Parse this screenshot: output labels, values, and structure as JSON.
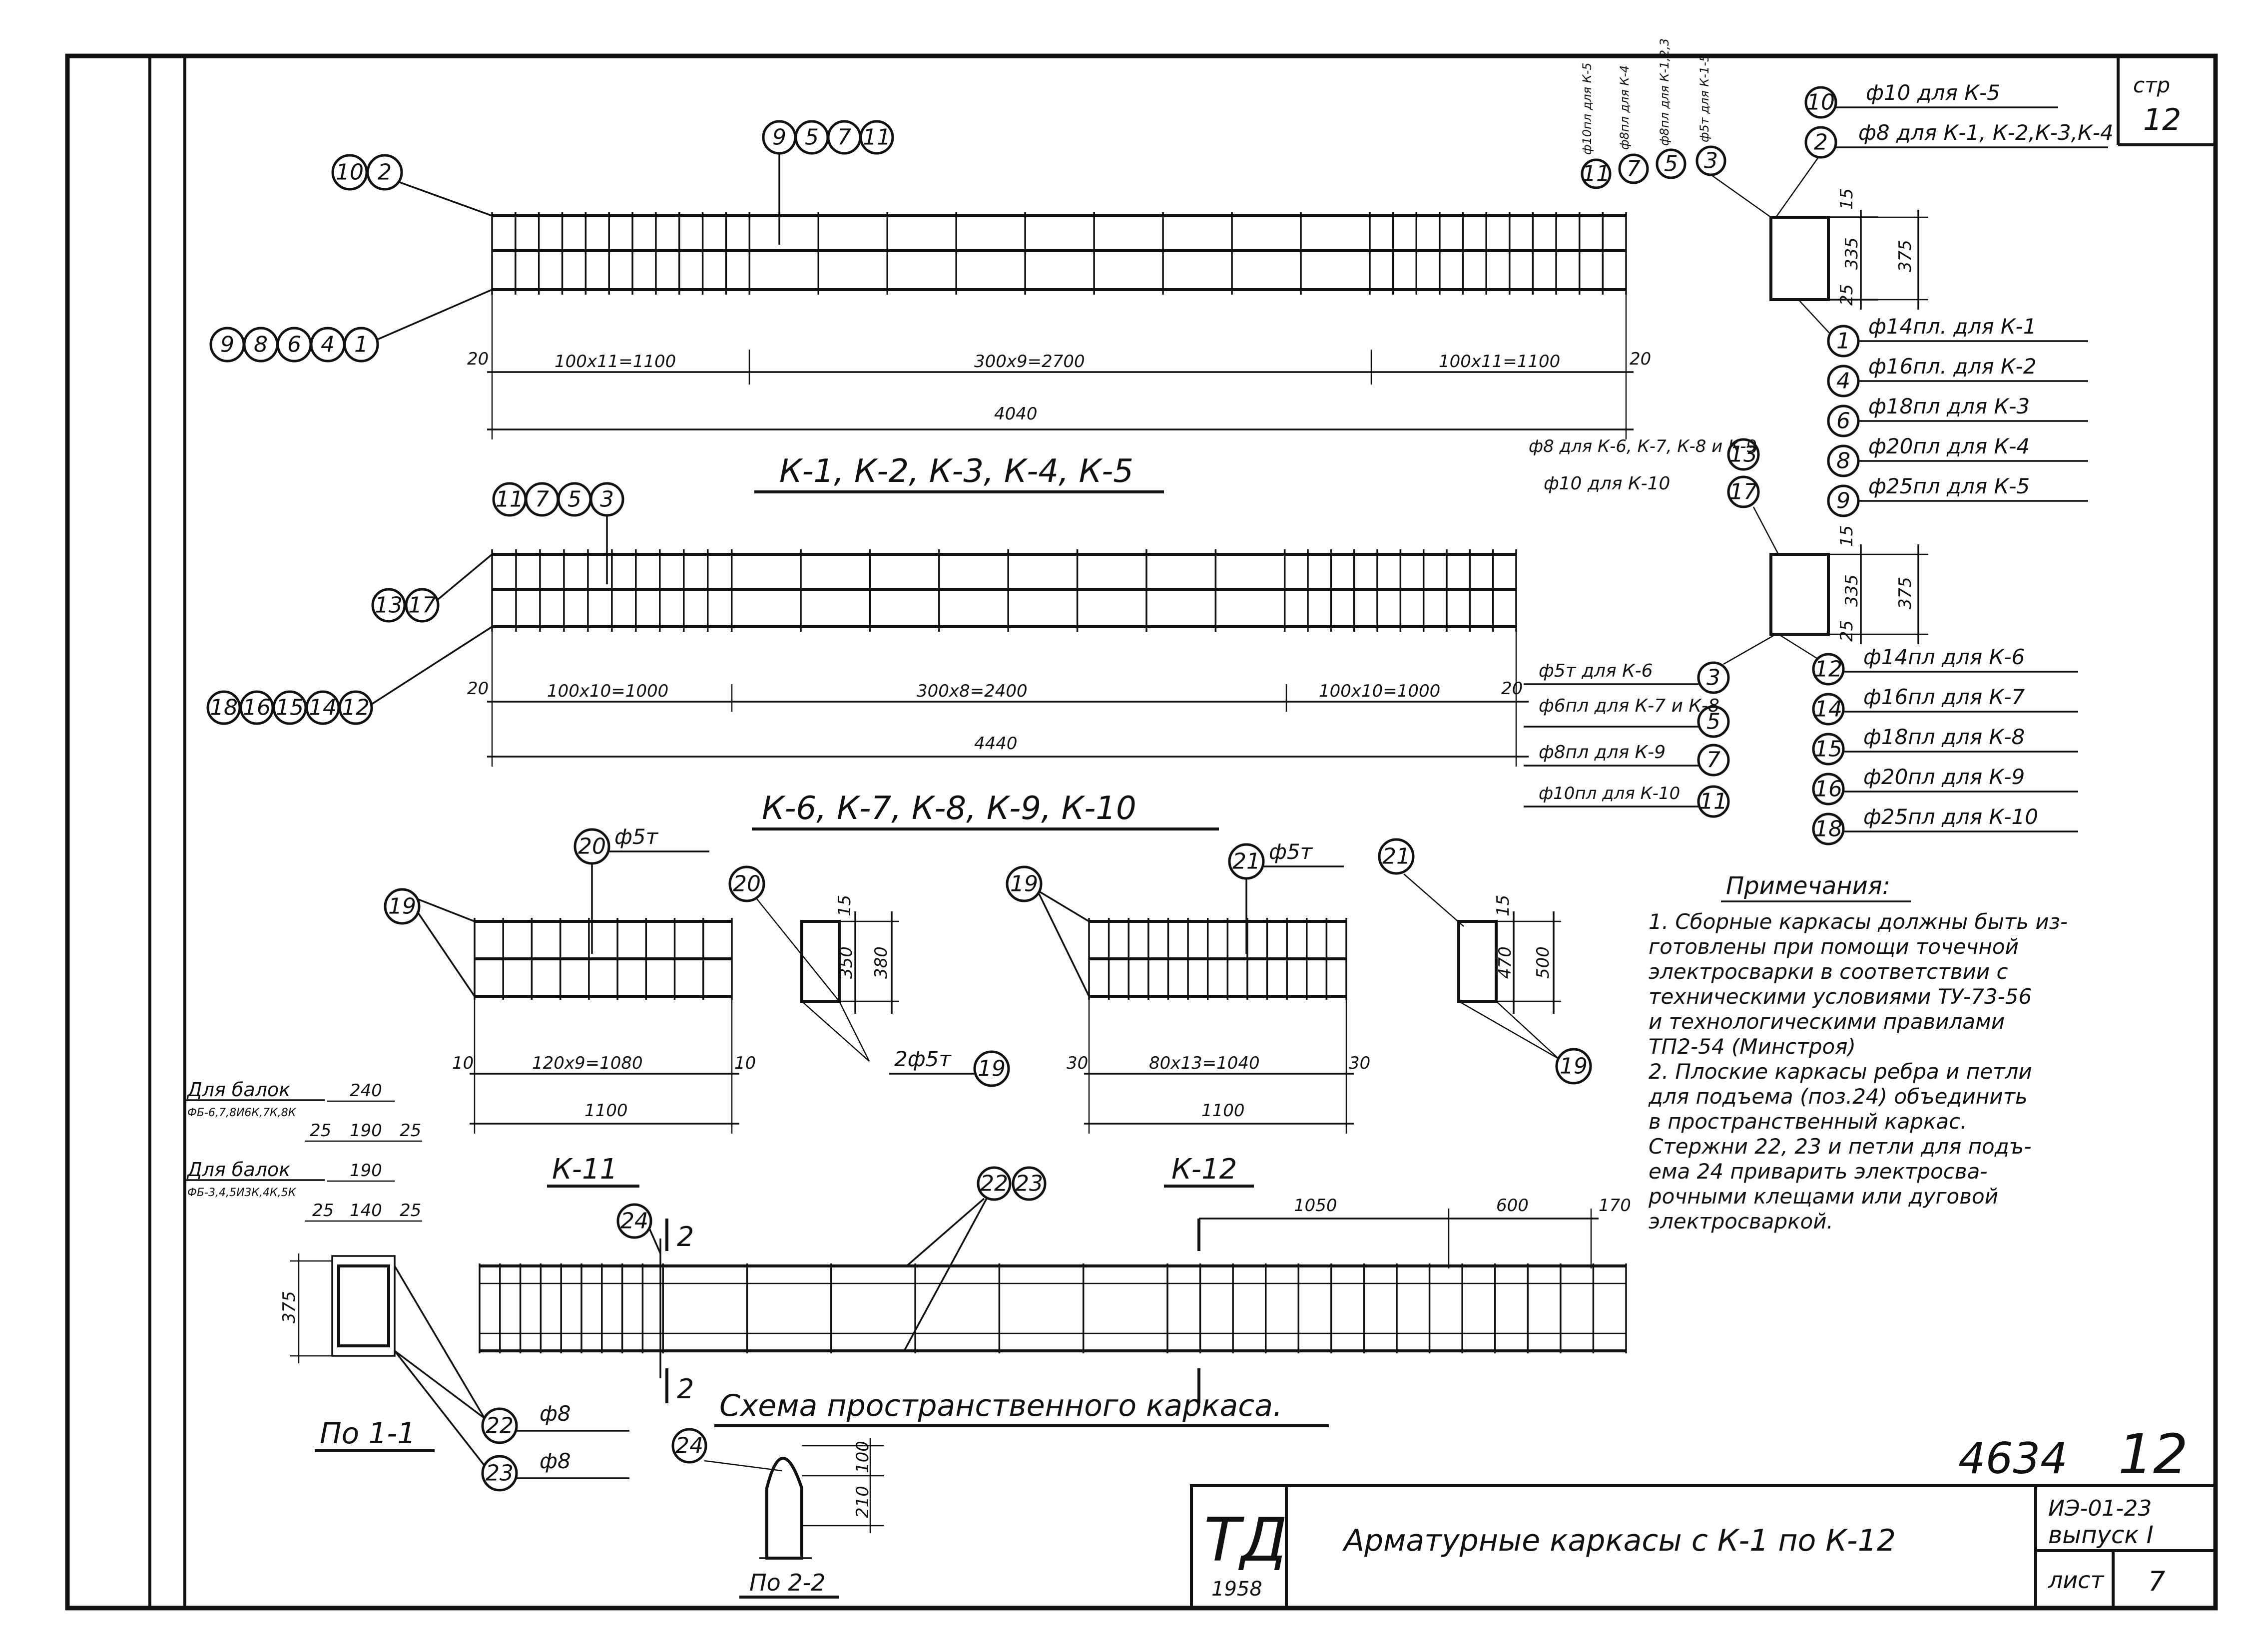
{
  "sheet": {
    "corner_label": "стр",
    "corner_page": "12",
    "big_number": "4634",
    "big_page": "12",
    "stamp_logo": "ТД",
    "stamp_year": "1958",
    "stamp_title": "Арматурные каркасы с К-1 по К-12",
    "series_code": "ИЭ-01-23",
    "series_issue": "выпуск I",
    "sheet_label": "лист",
    "sheet_num": "7"
  },
  "frame1": {
    "title": "К-1, К-2, К-3, К-4, К-5",
    "bub_top_left": [
      "10",
      "2"
    ],
    "bub_top_mid": [
      "9",
      "5",
      "7",
      "11"
    ],
    "bub_bot_left": [
      "9",
      "8",
      "6",
      "4",
      "1"
    ],
    "dims": {
      "left_end": "20",
      "seg1": "100х11=1100",
      "seg2": "300х9=2700",
      "seg3": "100х11=1100",
      "right_end": "20",
      "total": "4040"
    },
    "section_bubs_vertical": [
      "11",
      "7",
      "5",
      "3"
    ],
    "section_vertical_labels": [
      "ф10пл для К-5",
      "ф8пл для К-4",
      "ф8пл для К-1,2,3",
      "ф5т для К-1-5"
    ],
    "section_dims": {
      "top": "15",
      "mid": "335",
      "bot": "25",
      "total": "375"
    },
    "section_right_top": [
      {
        "num": "10",
        "text": "ф10 для К-5"
      },
      {
        "num": "2",
        "text": "ф8 для К-1, К-2,К-3,К-4"
      }
    ],
    "section_right_bot": [
      {
        "num": "1",
        "text": "ф14пл. для К-1"
      },
      {
        "num": "4",
        "text": "ф16пл. для К-2"
      },
      {
        "num": "6",
        "text": "ф18пл для К-3"
      },
      {
        "num": "8",
        "text": "ф20пл для К-4"
      },
      {
        "num": "9",
        "text": "ф25пл для К-5"
      }
    ]
  },
  "frame2": {
    "title": "К-6, К-7, К-8, К-9, К-10",
    "bub_top": [
      "11",
      "7",
      "5",
      "3"
    ],
    "bub_left": [
      "13",
      "17"
    ],
    "bub_bot_left": [
      "18",
      "16",
      "15",
      "14",
      "12"
    ],
    "dims": {
      "left_end": "20",
      "seg1": "100х10=1000",
      "seg2": "300х8=2400",
      "seg3": "100х10=1000",
      "right_end": "20",
      "total": "4440"
    },
    "section_top": [
      {
        "num": "13",
        "text": "ф8 для К-6, К-7, К-8 и К-9"
      },
      {
        "num": "17",
        "text": "ф10 для К-10"
      }
    ],
    "section_left": [
      {
        "num": "3",
        "text": "ф5т для К-6"
      },
      {
        "num": "5",
        "text": "ф6пл для К-7 и К-8"
      },
      {
        "num": "7",
        "text": "ф8пл для К-9"
      },
      {
        "num": "11",
        "text": "ф10пл для К-10"
      }
    ],
    "section_dims": {
      "top": "15",
      "mid": "335",
      "bot": "25",
      "total": "375"
    },
    "section_right": [
      {
        "num": "12",
        "text": "ф14пл для К-6"
      },
      {
        "num": "14",
        "text": "ф16пл для К-7"
      },
      {
        "num": "15",
        "text": "ф18пл для К-8"
      },
      {
        "num": "16",
        "text": "ф20пл для К-9"
      },
      {
        "num": "18",
        "text": "ф25пл для К-10"
      }
    ]
  },
  "frame11": {
    "title": "К-11",
    "bub_left": "19",
    "bub_top": "20",
    "bub_top_label": "ф5т",
    "bub_sec": "20",
    "bub_sec_bot": "19",
    "sec_bot_label": "2ф5т",
    "dims": {
      "left_end": "10",
      "seg": "120х9=1080",
      "right_end": "10",
      "total": "1100"
    },
    "section_dims": {
      "top": "15",
      "mid": "350",
      "total": "380"
    }
  },
  "frame12": {
    "title": "К-12",
    "bub_left": "19",
    "bub_top": "21",
    "bub_top_label": "ф5т",
    "bub_sec": "21",
    "bub_sec_bot": "19",
    "dims": {
      "left_end": "30",
      "seg": "80х13=1040",
      "right_end": "30",
      "total": "1100"
    },
    "section_dims": {
      "top": "15",
      "mid": "470",
      "total": "500"
    }
  },
  "spatial": {
    "title": "Схема пространственного каркаса.",
    "beam_note1_title": "Для балок",
    "beam_note1_sub": "ФБ-6,7,8И6К,7К,8К",
    "beam_note2_title": "Для балок",
    "beam_note2_sub": "ФБ-3,4,5И3К,4К,5К",
    "dims_row1": {
      "total": "240"
    },
    "dims_row2": {
      "a": "25",
      "b": "190",
      "c": "25"
    },
    "dims_row3": {
      "b": "190"
    },
    "dims_row4": {
      "a": "25",
      "b": "140",
      "c": "25"
    },
    "height": "375",
    "bub_24": "24",
    "bub_22": "22",
    "bub_23": "23",
    "cut_mark": "2",
    "top_dims": {
      "a": "1050",
      "b": "600",
      "c": "170"
    },
    "section11": "По 1-1",
    "sec_22_label": "ф8",
    "sec_23_label": "ф8",
    "section22": "По 2-2",
    "sec22_dims": {
      "a": "100",
      "b": "210"
    }
  },
  "notes": {
    "title": "Примечания:",
    "lines": [
      "1. Сборные каркасы должны быть из-",
      "    готовлены при помощи точечной",
      "    электросварки в соответствии с",
      "    техническими условиями ТУ-73-56",
      "    и технологическими правилами",
      "    ТП2-54 (Минстроя)",
      "2. Плоские каркасы ребра и петли",
      "    для подъема (поз.24) объединить",
      "    в пространственный каркас.",
      "    Стержни 22, 23 и петли для подъ-",
      "    ема 24 приварить электросва-",
      "    рочными клещами или дуговой",
      "    электросваркой."
    ]
  }
}
